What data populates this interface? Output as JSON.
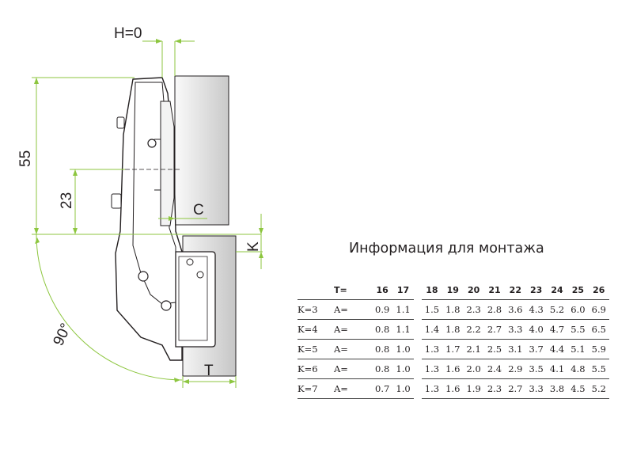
{
  "dimensions": {
    "h": "H=0",
    "height_total": "55",
    "height_cup": "23",
    "c": "C",
    "k": "K",
    "t": "T",
    "angle": "90°"
  },
  "mounting": {
    "title": "Информация для монтажа",
    "header_k": "",
    "header_a": "T=",
    "columns": [
      "16",
      "17",
      "18",
      "19",
      "20",
      "21",
      "22",
      "23",
      "24",
      "25",
      "26"
    ],
    "rows": [
      {
        "k": "K=3",
        "a": "A=",
        "values": [
          "0.9",
          "1.1",
          "1.5",
          "1.8",
          "2.3",
          "2.8",
          "3.6",
          "4.3",
          "5.2",
          "6.0",
          "6.9"
        ]
      },
      {
        "k": "K=4",
        "a": "A=",
        "values": [
          "0.8",
          "1.1",
          "1.4",
          "1.8",
          "2.2",
          "2.7",
          "3.3",
          "4.0",
          "4.7",
          "5.5",
          "6.5"
        ]
      },
      {
        "k": "K=5",
        "a": "A=",
        "values": [
          "0.8",
          "1.0",
          "1.3",
          "1.7",
          "2.1",
          "2.5",
          "3.1",
          "3.7",
          "4.4",
          "5.1",
          "5.9"
        ]
      },
      {
        "k": "K=6",
        "a": "A=",
        "values": [
          "0.8",
          "1.0",
          "1.3",
          "1.6",
          "2.0",
          "2.4",
          "2.9",
          "3.5",
          "4.1",
          "4.8",
          "5.5"
        ]
      },
      {
        "k": "K=7",
        "a": "A=",
        "values": [
          "0.7",
          "1.0",
          "1.3",
          "1.6",
          "1.9",
          "2.3",
          "2.7",
          "3.3",
          "3.8",
          "4.5",
          "5.2"
        ]
      }
    ]
  },
  "colors": {
    "dimension_line": "#8dc63f",
    "outline": "#231f20",
    "panel_light": "#eeeeee",
    "panel_dark": "#cccccc"
  }
}
